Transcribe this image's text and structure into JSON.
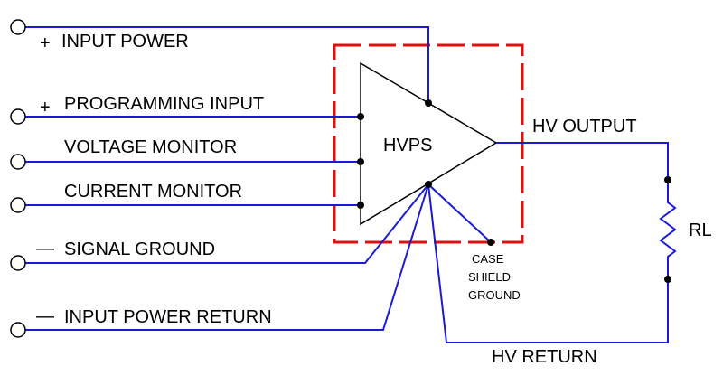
{
  "colors": {
    "wire": "#1a1ad6",
    "border": "#e01010",
    "ink": "#000000",
    "background": "#ffffff"
  },
  "labels": {
    "input_power_sign": "+",
    "input_power": "INPUT POWER",
    "programming_input_sign": "+",
    "programming_input": "PROGRAMMING INPUT",
    "voltage_monitor": "VOLTAGE MONITOR",
    "current_monitor": "CURRENT MONITOR",
    "signal_ground_sign": "—",
    "signal_ground": "SIGNAL GROUND",
    "input_power_return_sign": "—",
    "input_power_return": "INPUT POWER RETURN",
    "hvps": "HVPS",
    "hv_output": "HV OUTPUT",
    "hv_return": "HV RETURN",
    "rl": "RL",
    "case_line1": "CASE",
    "case_line2": "SHIELD",
    "case_line3": "GROUND"
  }
}
